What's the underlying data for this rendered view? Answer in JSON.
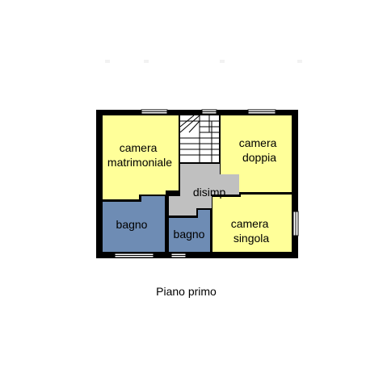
{
  "floor_plan": {
    "rooms": [
      {
        "id": "camera-matrimoniale",
        "label_lines": [
          "camera",
          "matrimoniale"
        ],
        "color": "#ffff99"
      },
      {
        "id": "camera-doppia",
        "label_lines": [
          "camera",
          "doppia"
        ],
        "color": "#ffff99"
      },
      {
        "id": "disimpegno",
        "label_lines": [
          "disimp."
        ],
        "color": "#c0c0c0"
      },
      {
        "id": "bagno-1",
        "label_lines": [
          "bagno"
        ],
        "color": "#6e8cb4"
      },
      {
        "id": "bagno-2",
        "label_lines": [
          "bagno"
        ],
        "color": "#6e8cb4"
      },
      {
        "id": "camera-singola",
        "label_lines": [
          "camera",
          "singola"
        ],
        "color": "#ffff99"
      }
    ],
    "wall_color": "#000000",
    "stair_color": "#ffffff"
  },
  "caption": "Piano primo"
}
